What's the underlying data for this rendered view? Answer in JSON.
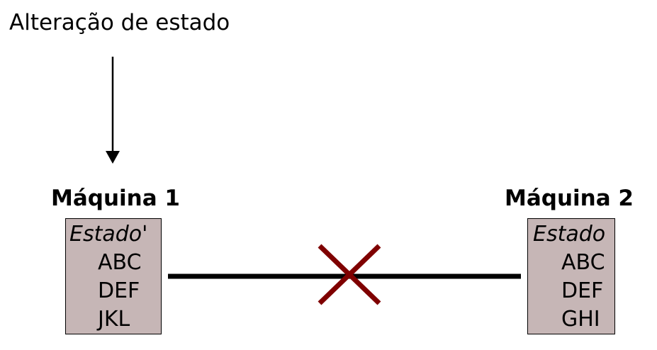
{
  "caption": "Alteração de estado",
  "machines": [
    {
      "title": "Máquina 1",
      "state_label": "Estado'",
      "records": [
        "ABC",
        "DEF",
        "JKL"
      ]
    },
    {
      "title": "Máquina 2",
      "state_label": "Estado",
      "records": [
        "ABC",
        "DEF",
        "GHI"
      ]
    }
  ],
  "colors": {
    "box_fill": "#c6b6b6",
    "broken_link_mark": "#7f0000",
    "link": "#000000"
  }
}
